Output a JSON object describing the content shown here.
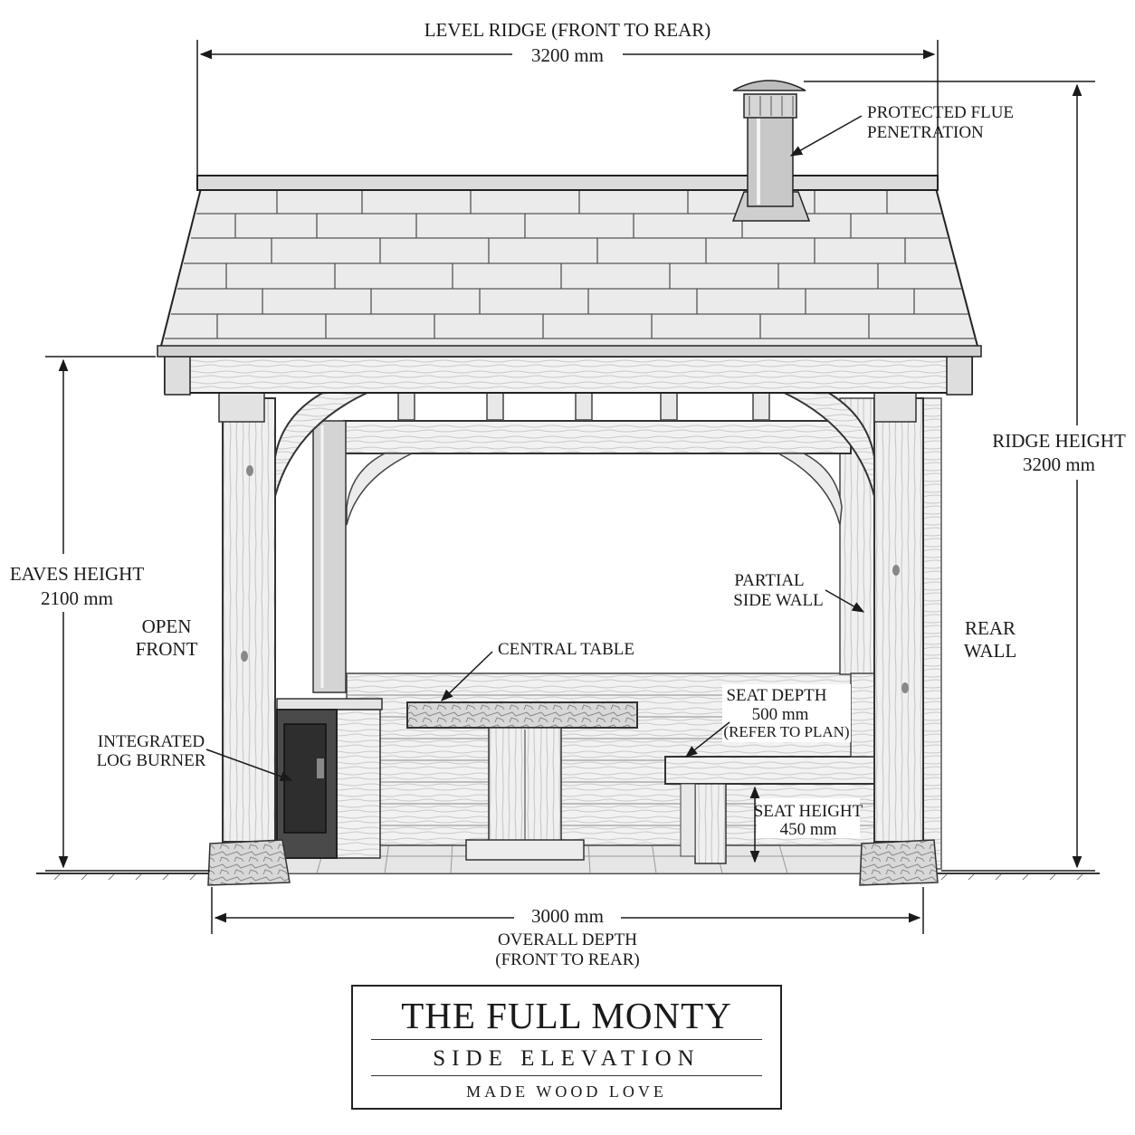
{
  "dimensions": {
    "top_label": "LEVEL RIDGE (FRONT TO REAR)",
    "top_value": "3200 mm",
    "ridge_label": "RIDGE HEIGHT",
    "ridge_value": "3200 mm",
    "eaves_label": "EAVES HEIGHT",
    "eaves_value": "2100 mm",
    "depth_value": "3000 mm",
    "depth_label1": "OVERALL DEPTH",
    "depth_label2": "(FRONT TO REAR)",
    "seat_height_label": "SEAT HEIGHT",
    "seat_height_value": "450 mm"
  },
  "callouts": {
    "flue_1": "PROTECTED FLUE",
    "flue_2": "PENETRATION",
    "partial_1": "PARTIAL",
    "partial_2": "SIDE WALL",
    "open_1": "OPEN",
    "open_2": "FRONT",
    "rear_1": "REAR",
    "rear_2": "WALL",
    "table": "CENTRAL TABLE",
    "seat_depth_1": "SEAT DEPTH",
    "seat_depth_2": "500 mm",
    "seat_depth_3": "(REFER TO PLAN)",
    "burner_1": "INTEGRATED",
    "burner_2": "LOG BURNER"
  },
  "title_block": {
    "title": "THE FULL MONTY",
    "subtitle": "SIDE ELEVATION",
    "brand": "MADE WOOD LOVE"
  }
}
